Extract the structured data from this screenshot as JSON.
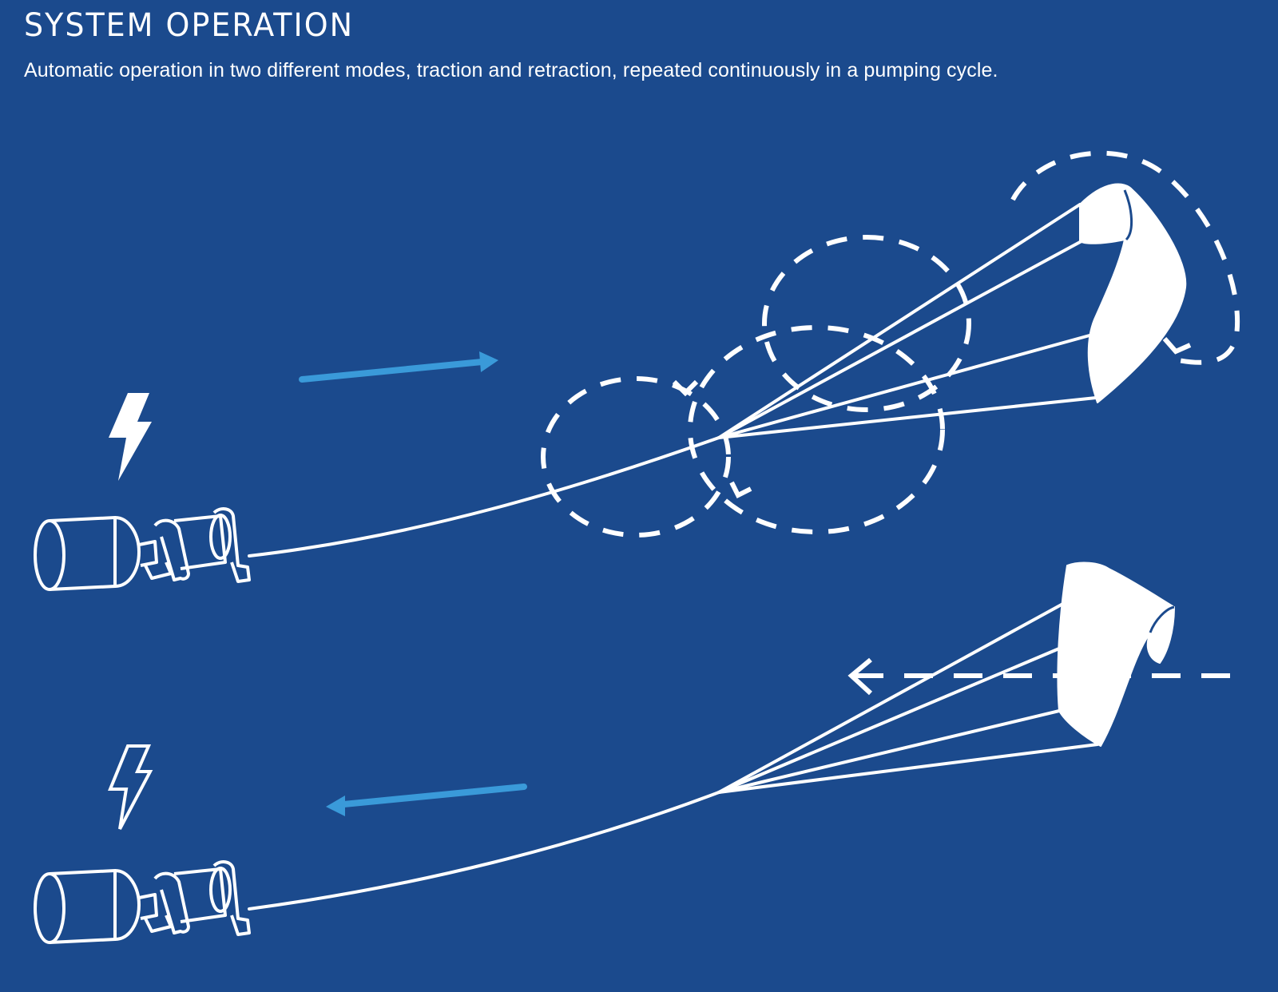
{
  "header": {
    "title": "SYSTEM OPERATION",
    "subtitle": "Automatic operation in two different modes, traction and retraction, repeated continuously in a pumping cycle."
  },
  "colors": {
    "background": "#1b4a8d",
    "line": "#ffffff",
    "accent_arrow": "#3a9ad9"
  },
  "modes": [
    {
      "name": "traction",
      "icons": [
        "lightning-bolt-filled-icon",
        "generator-winch-icon",
        "kite-icon",
        "figure-eight-flight-path-icon",
        "direction-arrow-right-icon"
      ]
    },
    {
      "name": "retraction",
      "icons": [
        "lightning-bolt-outline-icon",
        "generator-winch-icon",
        "kite-icon",
        "dashed-return-arrow-icon",
        "direction-arrow-left-icon"
      ]
    }
  ]
}
